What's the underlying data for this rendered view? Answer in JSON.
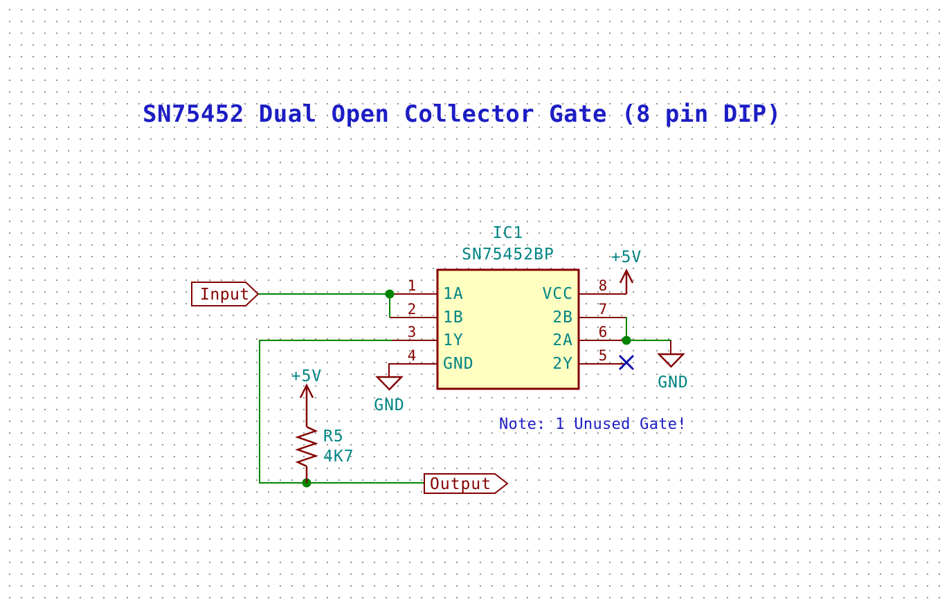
{
  "title": "SN75452 Dual Open Collector Gate (8 pin DIP)",
  "note": "Note: 1 Unused Gate!",
  "ic": {
    "reference": "IC1",
    "value": "SN75452BP",
    "left_pins": [
      {
        "number": "1",
        "name": "1A"
      },
      {
        "number": "2",
        "name": "1B"
      },
      {
        "number": "3",
        "name": "1Y"
      },
      {
        "number": "4",
        "name": "GND"
      }
    ],
    "right_pins": [
      {
        "number": "8",
        "name": "VCC"
      },
      {
        "number": "7",
        "name": "2B"
      },
      {
        "number": "6",
        "name": "2A"
      },
      {
        "number": "5",
        "name": "2Y"
      }
    ]
  },
  "net_labels": {
    "input": "Input",
    "output": "Output"
  },
  "power": {
    "vcc": "+5V",
    "gnd": "GND"
  },
  "resistor": {
    "reference": "R5",
    "value": "4K7"
  },
  "colors": {
    "text_blue": "#1d1dc4",
    "teal": "#008484",
    "maroon": "#840000",
    "wire_green": "#008400",
    "ic_fill": "#ffffc2",
    "no_connect_blue": "#0e0ea8",
    "grid_dot": "#8a8a8a",
    "background": "#ffffff"
  }
}
